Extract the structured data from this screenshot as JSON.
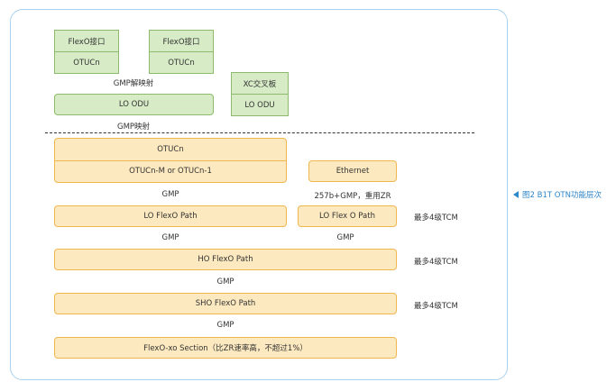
{
  "top": {
    "flexo_left": {
      "top_label": "FlexO接口",
      "bottom_label": "OTUCn"
    },
    "flexo_right": {
      "top_label": "FlexO接口",
      "bottom_label": "OTUCn"
    },
    "gmp_demap": "GMP解映射",
    "lo_odu": "LO ODU",
    "xc": {
      "top_label": "XC交叉板",
      "bottom_label": "LO ODU"
    },
    "gmp_map": "GMP映射"
  },
  "bottom": {
    "otucn": "OTUCn",
    "otucn_m": "OTUCn-M or OTUCn-1",
    "ethernet": "Ethernet",
    "gmp_1": "GMP",
    "zr_label": "257b+GMP，重用ZR",
    "lo_flexo_path": "LO FlexO Path",
    "lo_flex_o_path": "LO Flex O Path",
    "tcm_1": "最多4级TCM",
    "gmp_2a": "GMP",
    "gmp_2b": "GMP",
    "ho_flexo_path": "HO FlexO Path",
    "tcm_2": "最多4级TCM",
    "gmp_3": "GMP",
    "sho_flexo_path": "SHO FlexO Path",
    "tcm_3": "最多4级TCM",
    "gmp_4": "GMP",
    "section": "FlexO-xo Section（比ZR速率高，不超过1%）"
  },
  "caption": {
    "text": "图2  B1T OTN功能层次"
  },
  "colors": {
    "green_fill": "#d6ebc6",
    "green_border": "#8dbb6c",
    "orange_fill": "#fde9bf",
    "orange_border": "#efb64f",
    "frame_border": "#a9d2ee",
    "caption_color": "#2f86c9"
  }
}
